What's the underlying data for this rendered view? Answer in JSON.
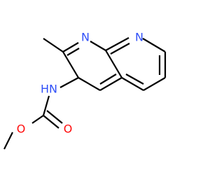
{
  "molecule": {
    "atoms": {
      "n1": {
        "symbol": "N",
        "color": "#3050f8"
      },
      "n8": {
        "symbol": "N",
        "color": "#3050f8"
      },
      "nh": {
        "symbol": "HN",
        "color": "#3050f8"
      },
      "o_ester": {
        "symbol": "O",
        "color": "#ff0d0d"
      },
      "o_carbonyl": {
        "symbol": "O",
        "color": "#ff0d0d"
      }
    },
    "bond_color": "#000000",
    "background": "#ffffff"
  }
}
